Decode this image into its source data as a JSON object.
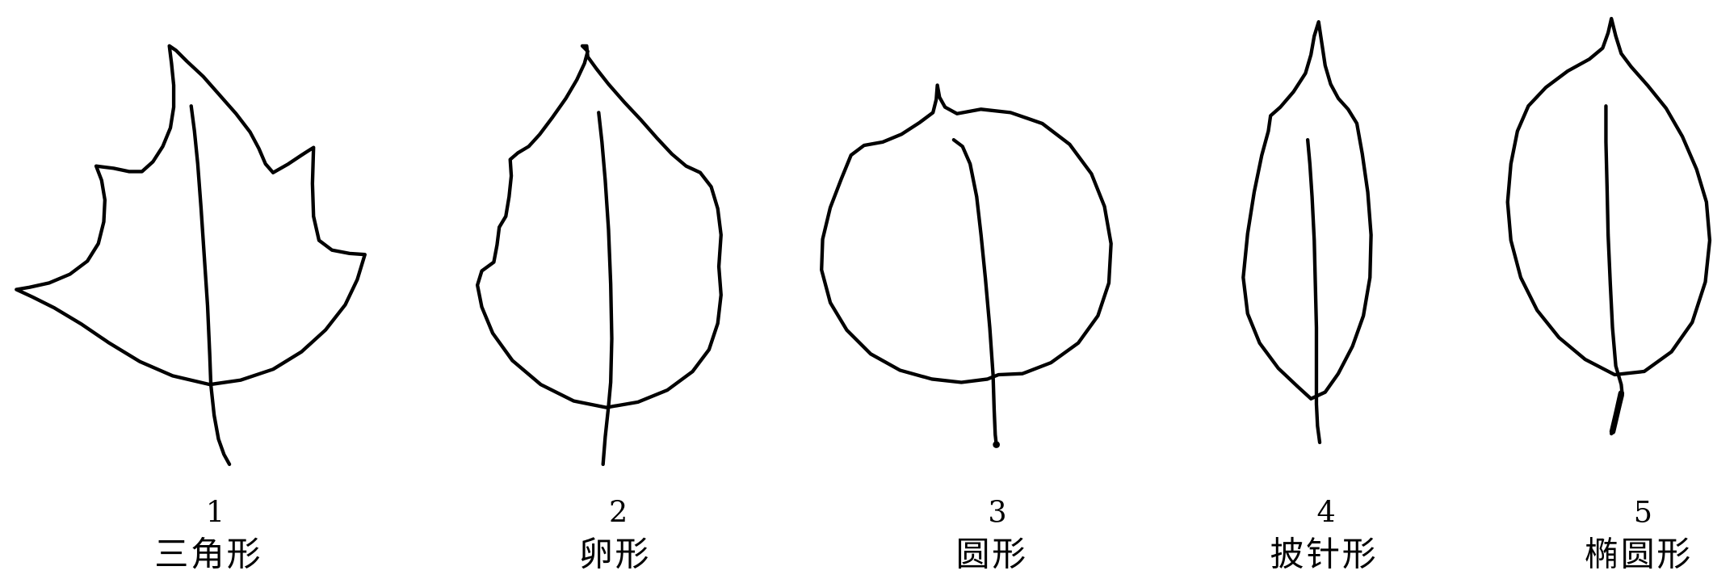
{
  "colors": {
    "line": "#000000",
    "background": "#ffffff"
  },
  "figures": [
    {
      "number": "1",
      "label": "三角形"
    },
    {
      "number": "2",
      "label": "卵形"
    },
    {
      "number": "3",
      "label": "圆形"
    },
    {
      "number": "4",
      "label": "披针形"
    },
    {
      "number": "5",
      "label": "椭圆形"
    }
  ]
}
